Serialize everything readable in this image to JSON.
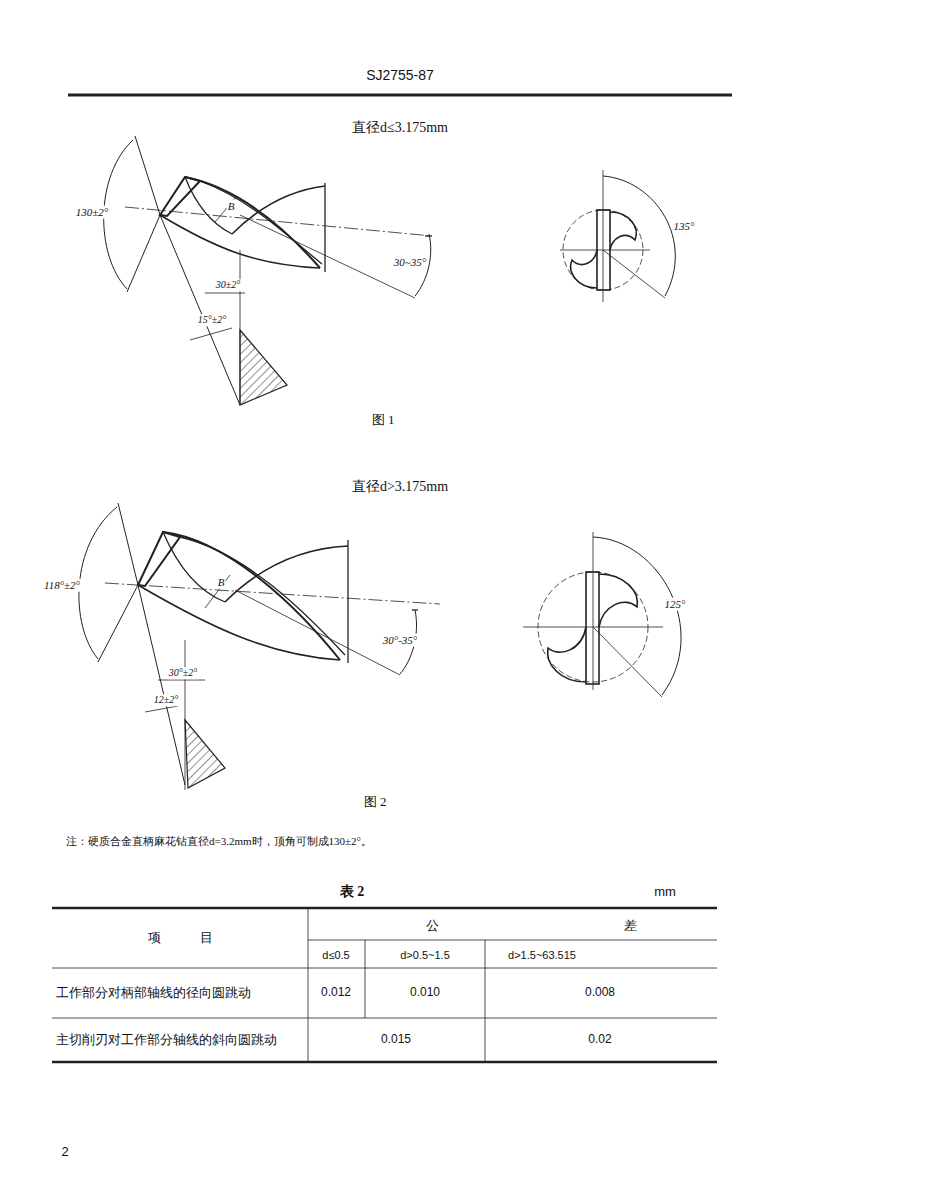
{
  "diagram": {
    "labels": [
      "SJ2755-87",
      "直径d≤3.175mm",
      "130±2°",
      "B",
      "30~35°",
      "30±2°",
      "15°±2°",
      "135°",
      "图 1",
      "直径d>3.175mm",
      "118°±2°",
      "B",
      "30°-35°",
      "30°±2°",
      "12±2°",
      "125°",
      "图 2",
      "注：硬质合金直柄麻花钻直径d=3.2mm时，顶角可制成130±2°。",
      "表 2",
      "mm",
      "项　　　目",
      "公",
      "差",
      "d≤0.5",
      "d>0.5~1.5",
      "d>1.5~63.515",
      "工作部分对柄部轴线的径向圆跳动",
      "0.012",
      "0.010",
      "0.008",
      "主切削刃对工作部分轴线的斜向圆跳动",
      "0.015",
      "0.02",
      "2"
    ]
  }
}
